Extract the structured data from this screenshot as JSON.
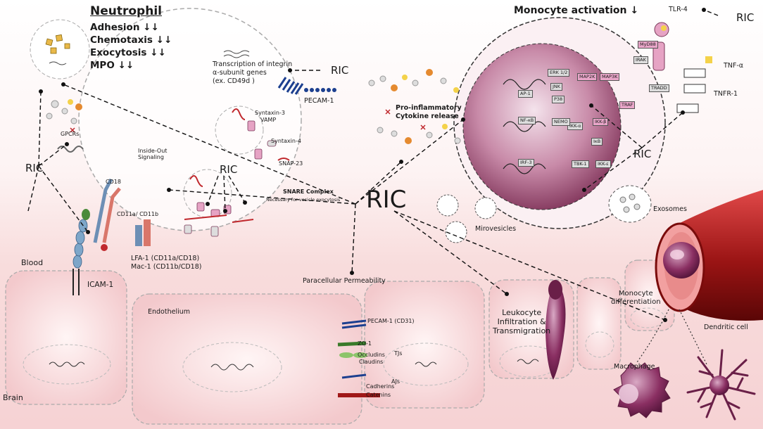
{
  "neutrophil": {
    "title": "Neutrophil",
    "effects": [
      "Adhesion ↓↓",
      "Chemotaxis ↓↓",
      "Exocytosis ↓↓",
      "MPO ↓↓"
    ],
    "gpcrs": "GPCRs",
    "inside_out": "Inside-Out\nSignaling",
    "transcription": "Transcription of integrin\nα-subunit genes\n(ex. CD49d )",
    "pecam": "PECAM-1",
    "syntaxin3": "Syntaxin-3",
    "vamp": "VAMP",
    "syntaxin4": "Syntaxin-4",
    "snap23": "SNAP-23",
    "snare": "SNARE Complex",
    "snare_sub": "Necessary for vesicle exocytosis",
    "cd18": "CD18",
    "cd11": "CD11a/ CD11b",
    "lfa1": "LFA-1 (CD11a/CD18)",
    "mac1": "Mac-1 (CD11b/CD18)"
  },
  "ric": "RIC",
  "monocyte": {
    "title": "Monocyte activation ↓",
    "tlr4": "TLR-4",
    "tnfa": "TNF-α",
    "tnfr1": "TNFR-1",
    "cytokine": "Pro-inflammatory\nCytokine release",
    "exosomes": "Exosomes",
    "microvesicles": "Mirovesicles",
    "kinases": [
      "ERK 1/2",
      "JNK",
      "P38",
      "MAP2K",
      "MAP3K",
      "AP-1",
      "NF-κB",
      "IRF-3",
      "IKK-α",
      "IKK-β",
      "IκB",
      "NEMO",
      "TBK-1",
      "IKK-ε",
      "IRAK",
      "MyD88",
      "TRAF",
      "TRADD"
    ]
  },
  "labels": {
    "blood": "Blood",
    "brain": "Brain",
    "icam": "ICAM-1",
    "endothelium": "Endothelium",
    "paracellular": "Paracellular Permeability",
    "pecam_cd31": "PECAM-1 (CD31)",
    "zo1": "ZO-1",
    "occludins": "Occludins",
    "claudins": "Claudins",
    "tjs": "TJs",
    "cadherins": "Cadherins",
    "catenins": "Catenins",
    "ajs": "AJs",
    "leukocyte": "Leukocyte\nInfiltration &\nTransmigration",
    "monocyte_diff": "Monocyte\ndifferentiation",
    "macrophage": "Macrophage",
    "dendritic": "Dendritic cell"
  }
}
